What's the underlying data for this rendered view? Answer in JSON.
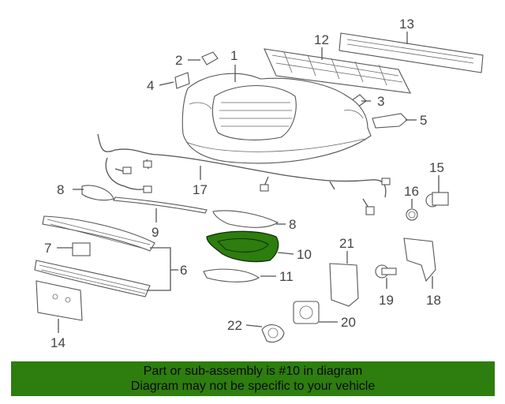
{
  "callouts": {
    "c1": "1",
    "c2": "2",
    "c3": "3",
    "c4": "4",
    "c5": "5",
    "c6": "6",
    "c7": "7",
    "c8a": "8",
    "c8b": "8",
    "c9": "9",
    "c10": "10",
    "c11": "11",
    "c12": "12",
    "c13": "13",
    "c14": "14",
    "c15": "15",
    "c16": "16",
    "c17": "17",
    "c18": "18",
    "c19": "19",
    "c20": "20",
    "c21": "21",
    "c22": "22"
  },
  "highlight": {
    "part": "10",
    "color": "#2e7d0f"
  },
  "banner": {
    "line1": "Part or sub-assembly is #10 in diagram",
    "line2": "Diagram may not be specific to your vehicle",
    "color": "#2e7d0f"
  }
}
